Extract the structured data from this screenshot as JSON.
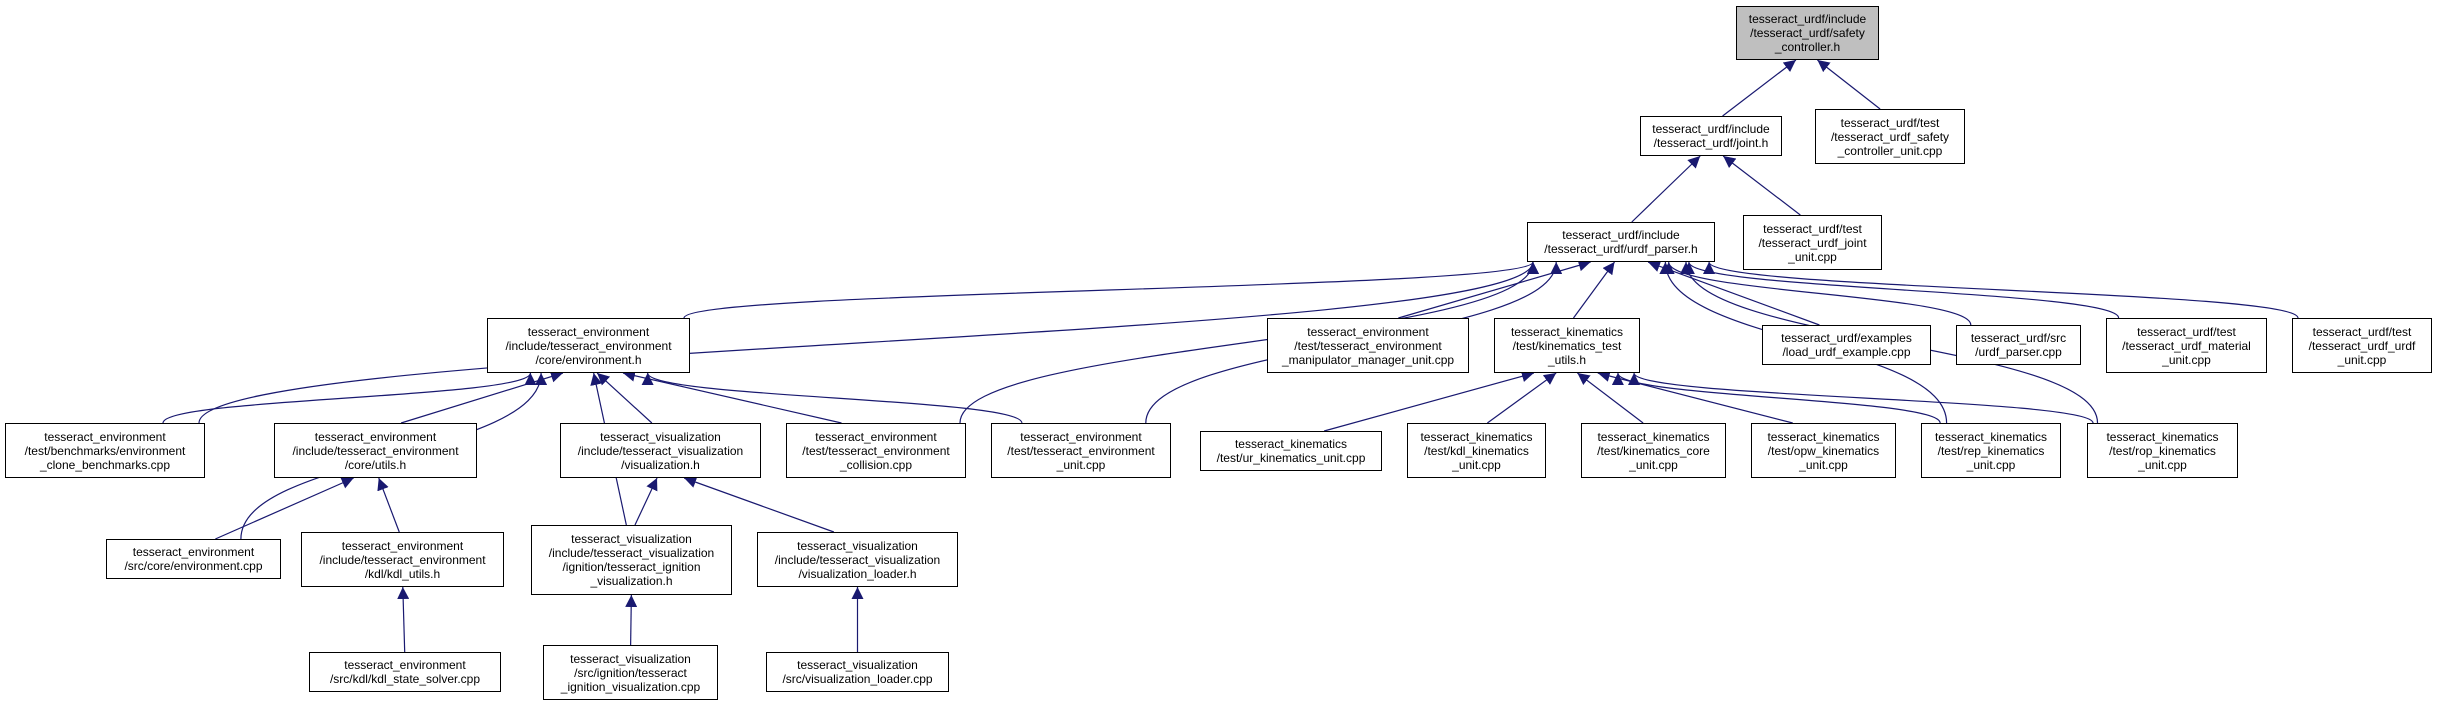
{
  "colors": {
    "root_fill": "#bfbfbf",
    "node_fill": "#ffffff",
    "border": "#000000",
    "edge": "#191970"
  },
  "nodes": {
    "safety_h": "tesseract_urdf/include\n/tesseract_urdf/safety\n_controller.h",
    "joint_h": "tesseract_urdf/include\n/tesseract_urdf/joint.h",
    "safety_unit": "tesseract_urdf/test\n/tesseract_urdf_safety\n_controller_unit.cpp",
    "urdf_parser_h": "tesseract_urdf/include\n/tesseract_urdf/urdf_parser.h",
    "joint_unit": "tesseract_urdf/test\n/tesseract_urdf_joint\n_unit.cpp",
    "environment_h": "tesseract_environment\n/include/tesseract_environment\n/core/environment.h",
    "manip_mgr_unit": "tesseract_environment\n/test/tesseract_environment\n_manipulator_manager_unit.cpp",
    "kin_test_utils": "tesseract_kinematics\n/test/kinematics_test\n_utils.h",
    "load_urdf_example": "tesseract_urdf/examples\n/load_urdf_example.cpp",
    "urdf_parser_cpp": "tesseract_urdf/src\n/urdf_parser.cpp",
    "material_unit": "tesseract_urdf/test\n/tesseract_urdf_material\n_unit.cpp",
    "urdf_unit": "tesseract_urdf/test\n/tesseract_urdf_urdf\n_unit.cpp",
    "clone_bench": "tesseract_environment\n/test/benchmarks/environment\n_clone_benchmarks.cpp",
    "utils_h": "tesseract_environment\n/include/tesseract_environment\n/core/utils.h",
    "visualization_h": "tesseract_visualization\n/include/tesseract_visualization\n/visualization.h",
    "env_collision": "tesseract_environment\n/test/tesseract_environment\n_collision.cpp",
    "env_unit": "tesseract_environment\n/test/tesseract_environment\n_unit.cpp",
    "ur_kin_unit": "tesseract_kinematics\n/test/ur_kinematics_unit.cpp",
    "kdl_kin_unit": "tesseract_kinematics\n/test/kdl_kinematics\n_unit.cpp",
    "kin_core_unit": "tesseract_kinematics\n/test/kinematics_core\n_unit.cpp",
    "opw_kin_unit": "tesseract_kinematics\n/test/opw_kinematics\n_unit.cpp",
    "rep_kin_unit": "tesseract_kinematics\n/test/rep_kinematics\n_unit.cpp",
    "rop_kin_unit": "tesseract_kinematics\n/test/rop_kinematics\n_unit.cpp",
    "environment_cpp": "tesseract_environment\n/src/core/environment.cpp",
    "kdl_utils_h": "tesseract_environment\n/include/tesseract_environment\n/kdl/kdl_utils.h",
    "ign_vis_h": "tesseract_visualization\n/include/tesseract_visualization\n/ignition/tesseract_ignition\n_visualization.h",
    "vis_loader_h": "tesseract_visualization\n/include/tesseract_visualization\n/visualization_loader.h",
    "kdl_state_solver": "tesseract_environment\n/src/kdl/kdl_state_solver.cpp",
    "ign_vis_cpp": "tesseract_visualization\n/src/ignition/tesseract\n_ignition_visualization.cpp",
    "vis_loader_cpp": "tesseract_visualization\n/src/visualization_loader.cpp"
  },
  "edges": [
    [
      "joint_h",
      "safety_h"
    ],
    [
      "safety_unit",
      "safety_h"
    ],
    [
      "urdf_parser_h",
      "joint_h"
    ],
    [
      "joint_unit",
      "joint_h"
    ],
    [
      "environment_h",
      "urdf_parser_h"
    ],
    [
      "manip_mgr_unit",
      "urdf_parser_h"
    ],
    [
      "kin_test_utils",
      "urdf_parser_h"
    ],
    [
      "load_urdf_example",
      "urdf_parser_h"
    ],
    [
      "urdf_parser_cpp",
      "urdf_parser_h"
    ],
    [
      "material_unit",
      "urdf_parser_h"
    ],
    [
      "urdf_unit",
      "urdf_parser_h"
    ],
    [
      "clone_bench",
      "urdf_parser_h"
    ],
    [
      "env_collision",
      "urdf_parser_h"
    ],
    [
      "env_unit",
      "urdf_parser_h"
    ],
    [
      "rep_kin_unit",
      "urdf_parser_h"
    ],
    [
      "rop_kin_unit",
      "urdf_parser_h"
    ],
    [
      "clone_bench",
      "environment_h"
    ],
    [
      "utils_h",
      "environment_h"
    ],
    [
      "visualization_h",
      "environment_h"
    ],
    [
      "env_collision",
      "environment_h"
    ],
    [
      "env_unit",
      "environment_h"
    ],
    [
      "environment_cpp",
      "environment_h"
    ],
    [
      "ign_vis_h",
      "environment_h"
    ],
    [
      "ur_kin_unit",
      "kin_test_utils"
    ],
    [
      "kdl_kin_unit",
      "kin_test_utils"
    ],
    [
      "kin_core_unit",
      "kin_test_utils"
    ],
    [
      "opw_kin_unit",
      "kin_test_utils"
    ],
    [
      "rep_kin_unit",
      "kin_test_utils"
    ],
    [
      "rop_kin_unit",
      "kin_test_utils"
    ],
    [
      "environment_cpp",
      "utils_h"
    ],
    [
      "kdl_utils_h",
      "utils_h"
    ],
    [
      "ign_vis_h",
      "visualization_h"
    ],
    [
      "vis_loader_h",
      "visualization_h"
    ],
    [
      "kdl_state_solver",
      "kdl_utils_h"
    ],
    [
      "ign_vis_cpp",
      "ign_vis_h"
    ],
    [
      "vis_loader_cpp",
      "vis_loader_h"
    ]
  ]
}
